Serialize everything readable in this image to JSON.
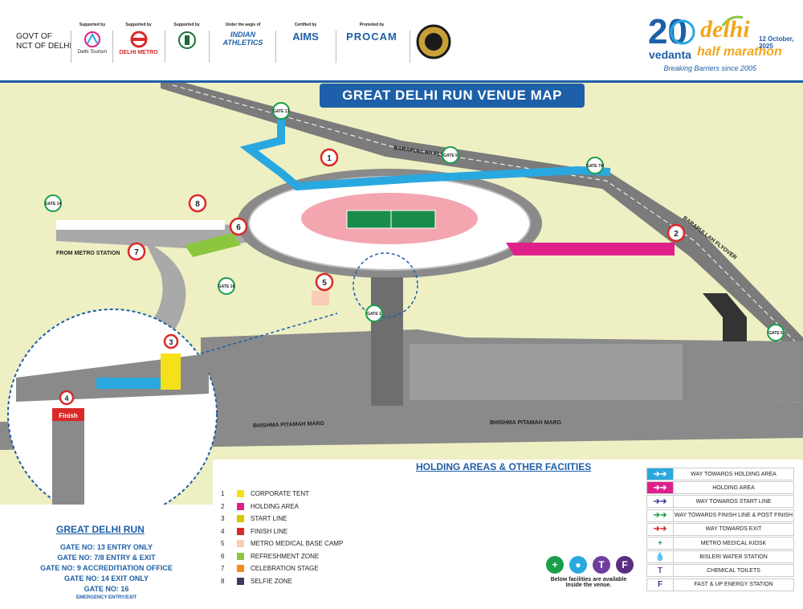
{
  "header": {
    "govt": [
      "GOVT OF",
      "NCT OF DELHI"
    ],
    "supporters": [
      {
        "caption": "Supported by",
        "name": "Delhi Tourism"
      },
      {
        "caption": "Supported by",
        "name": "DELHI METRO"
      },
      {
        "caption": "Supported by",
        "name": ""
      },
      {
        "caption": "Under the aegis of",
        "name": "INDIAN ATHLETICS"
      },
      {
        "caption": "Certified by",
        "name": "AIMS"
      },
      {
        "caption": "Promoted by",
        "name": "PROCAM"
      }
    ],
    "brand": {
      "vedanta": "vedanta",
      "delhi": "delhi",
      "half_marathon": "half marathon",
      "date": "12 October, 2025",
      "tagline": "Breaking Barriers since 2005"
    }
  },
  "map": {
    "title": "GREAT DELHI RUN VENUE MAP",
    "road_labels": [
      "BARAPULLAH FLYOVER",
      "BARAPULLAH FLYOVER",
      "FROM METRO STATION",
      "BHISHMA PITAMAH MARG",
      "BHISHMA PITAMAH MARG"
    ],
    "gates": [
      "GATE 13",
      "GATE 9",
      "GATE 7/8",
      "GATE 14",
      "GATE 16",
      "GATE 1",
      "GATE 5"
    ],
    "markers": [
      "1",
      "2",
      "3",
      "4",
      "5",
      "6",
      "7",
      "8"
    ],
    "inset_finish": "Finish"
  },
  "legend": {
    "title": "HOLDING AREAS & OTHER FACIITIES",
    "items": [
      {
        "n": "1",
        "label": "CORPORATE TENT",
        "color": "#f5e11a"
      },
      {
        "n": "2",
        "label": "HOLDING AREA",
        "color": "#e0208a"
      },
      {
        "n": "3",
        "label": "START LINE",
        "color": "#d7c800"
      },
      {
        "n": "4",
        "label": "FINISH LINE",
        "color": "#d92a2a"
      },
      {
        "n": "5",
        "label": "METRO MEDICAL BASE CAMP",
        "color": "#f7cdb5"
      },
      {
        "n": "6",
        "label": "REFRESHMENT ZONE",
        "color": "#8cc63f"
      },
      {
        "n": "7",
        "label": "CELEBRATION STAGE",
        "color": "#f58a1f"
      },
      {
        "n": "8",
        "label": "SELFIE ZONE",
        "color": "#3b3b5c"
      }
    ],
    "routes": [
      {
        "label": "WAY TOWARDS HOLDING AREA",
        "color": "#29a8e0",
        "arrow": "➔➔"
      },
      {
        "label": "HOLDING AREA",
        "color": "#e0208a",
        "arrow": "➔➔"
      },
      {
        "label": "WAY  TOWARDS START LINE",
        "color": "#ffffff",
        "arrow": "➔➔"
      },
      {
        "label": "WAY TOWARDS FINISH LINE & POST FINISH",
        "color": "#ffffff",
        "arrow": "➔➔"
      },
      {
        "label": "WAY TOWARDS EXIT",
        "color": "#ffffff",
        "arrow": "➔➔"
      },
      {
        "label": "METRO MEDICAL KIOSK",
        "color": "#ffffff",
        "arrow": "+"
      },
      {
        "label": "BISLERI WATER STATION",
        "color": "#ffffff",
        "arrow": "💧"
      },
      {
        "label": "CHEMICAL TOILETS",
        "color": "#ffffff",
        "arrow": "T"
      },
      {
        "label": "FAST & UP ENERGY STATION",
        "color": "#ffffff",
        "arrow": "F"
      }
    ],
    "facilities_note": "Below facilities are available Inside the venue."
  },
  "sidebar": {
    "title": "GREAT DELHI RUN",
    "lines": [
      "GATE NO: 13 ENTRY ONLY",
      "GATE NO: 7/8 ENTRY & EXIT",
      "GATE NO: 9 ACCREDITIATION OFFICE",
      "GATE NO: 14 EXIT ONLY",
      "GATE NO: 16"
    ],
    "footnote": "EMERGENCY ENTRY/EXIT"
  },
  "colors": {
    "brand_blue": "#1d5fa8",
    "ground": "#eef0c3",
    "road": "#7b7b7b",
    "holding": "#e0208a",
    "route_blue": "#29a8e0"
  }
}
